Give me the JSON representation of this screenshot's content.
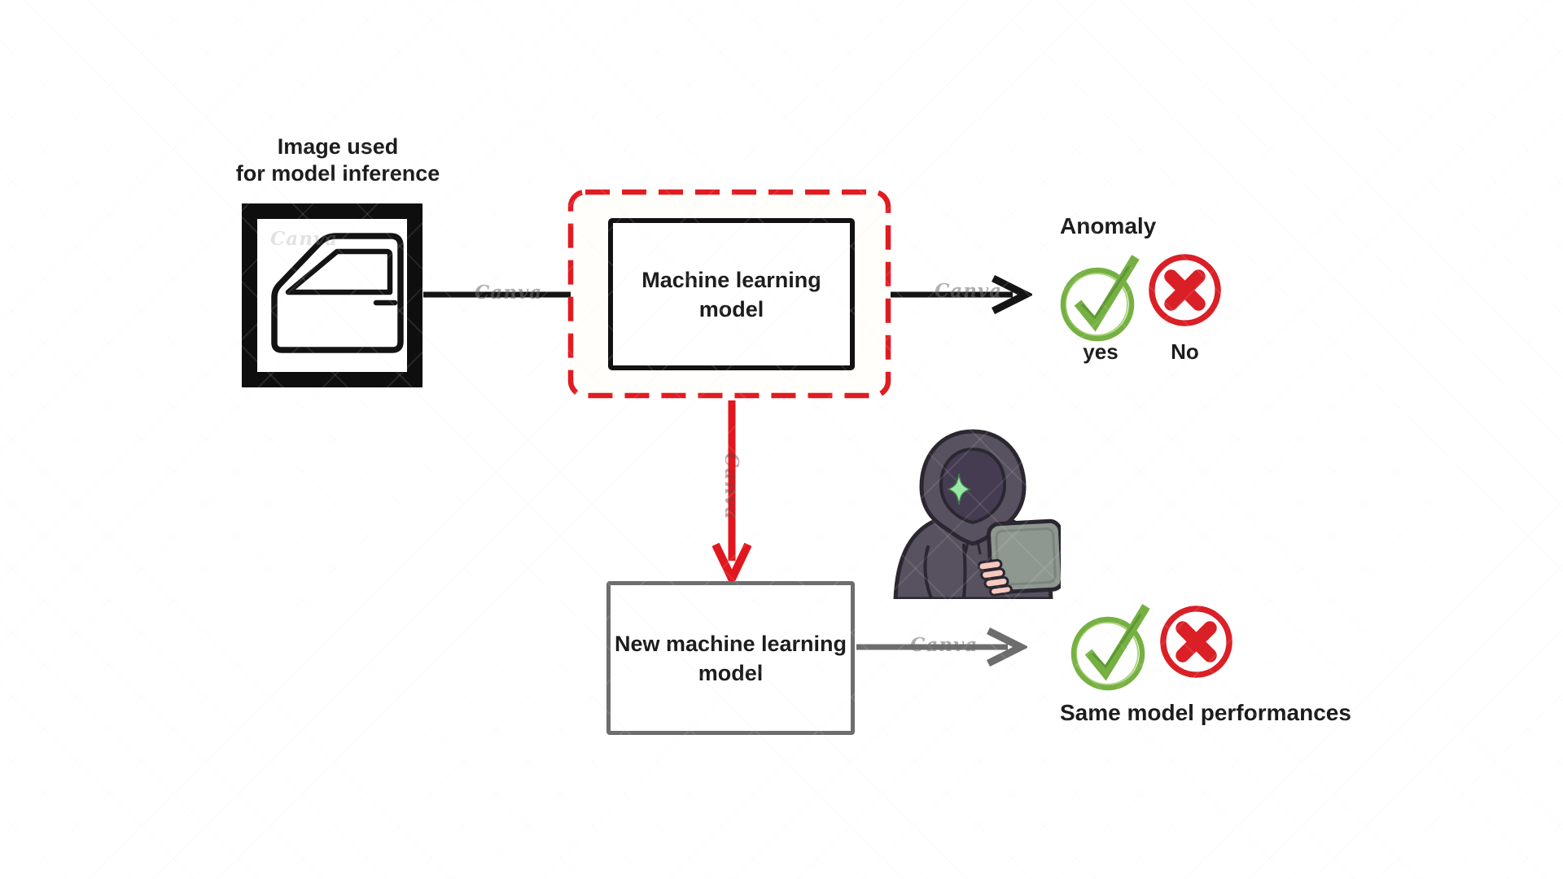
{
  "watermark": {
    "label": "Canva"
  },
  "colors": {
    "highlight_red": "#e11b22",
    "arrow_black": "#141414",
    "arrow_gray": "#6d6d6d",
    "check_green": "#76b043",
    "check_green_dark": "#4e8c2d",
    "cross_red": "#da1f26",
    "text": "#1c1c1c",
    "gray_border": "#6d6d6d"
  },
  "input": {
    "title_line1": "Image used",
    "title_line2": "for model inference",
    "image": "car-door-line-drawing"
  },
  "ml_model": {
    "line1": "Machine learning",
    "line2": "model"
  },
  "anomaly": {
    "title": "Anomaly",
    "yes": "yes",
    "no": "No"
  },
  "new_model": {
    "line1": "New machine learning",
    "line2": "model"
  },
  "result": {
    "label": "Same model performances"
  }
}
